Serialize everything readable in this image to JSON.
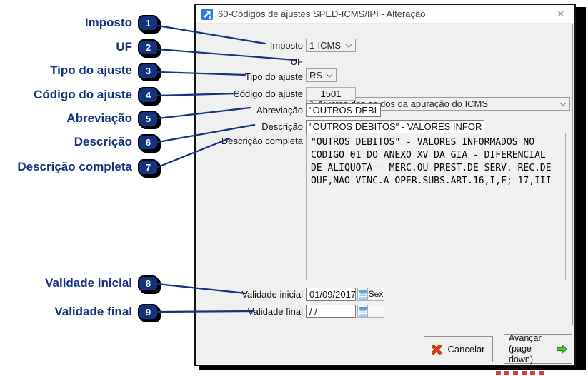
{
  "annotations": [
    {
      "number": "1",
      "label": "Imposto"
    },
    {
      "number": "2",
      "label": "UF"
    },
    {
      "number": "3",
      "label": "Tipo do ajuste"
    },
    {
      "number": "4",
      "label": "Código do ajuste"
    },
    {
      "number": "5",
      "label": "Abreviação"
    },
    {
      "number": "6",
      "label": "Descrição"
    },
    {
      "number": "7",
      "label": "Descrição completa"
    },
    {
      "number": "8",
      "label": "Validade inicial"
    },
    {
      "number": "9",
      "label": "Validade final"
    }
  ],
  "window": {
    "title": "60-Códigos de ajustes SPED-ICMS/IPI - Alteração",
    "close_glyph": "✕"
  },
  "form": {
    "imposto": {
      "label": "Imposto",
      "value": "1-ICMS"
    },
    "uf": {
      "label": "UF",
      "value": "RS"
    },
    "tipo_do_ajuste": {
      "label": "Tipo do ajuste",
      "value": "1-Ajustes dos saldos da apuração do ICMS"
    },
    "codigo_do_ajuste": {
      "label": "Código do ajuste",
      "value": "1501"
    },
    "abreviacao": {
      "label": "Abreviação",
      "value": "\"OUTROS DEBI"
    },
    "descricao": {
      "label": "Descrição",
      "value": "\"OUTROS DEBITOS\" - VALORES INFOR"
    },
    "descricao_completa": {
      "label": "Descrição completa",
      "value": "\"OUTROS DEBITOS\" - VALORES INFORMADOS NO\nCODIGO 01 DO ANEXO XV DA GIA - DIFERENCIAL\nDE ALIQUOTA - MERC.OU PREST.DE SERV. REC.DE\nOUF,NAO VINC.A OPER.SUBS.ART.16,I,F; 17,III"
    },
    "validade_inicial": {
      "label": "Validade inicial",
      "value": "01/09/2017",
      "weekday": "Sex"
    },
    "validade_final": {
      "label": "Validade final",
      "value": "/ /",
      "weekday": ""
    }
  },
  "buttons": {
    "cancelar": "Cancelar",
    "avancar_line1": "Avançar",
    "avancar_line2": "(page down)"
  },
  "colors": {
    "annotation_blue": "#14337f",
    "dialog_bg": "#f0f0f0",
    "cancel_red": "#d3430f",
    "advance_green": "#53c234",
    "titlebar_icon_blue": "#2e7cd6"
  }
}
